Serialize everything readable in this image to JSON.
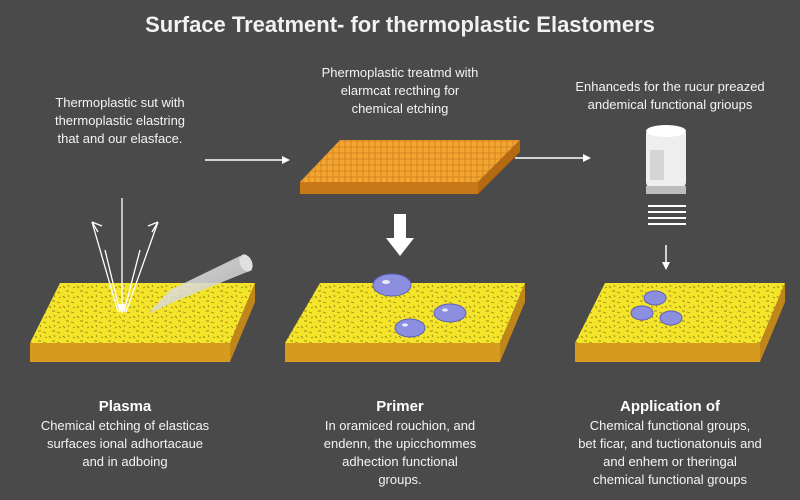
{
  "title": "Surface Treatment- for thermoplastic Elastomers",
  "top_captions": {
    "left": "Thermoplastic sut with\nthermoplastic elastring\nthat and our elasface.",
    "center": "Phermoplastic treatmd with\nelarmcat recthing for\nchemical etching",
    "right": "Enhanceds for the rucur preazed\nandemical functional grioups"
  },
  "steps": [
    {
      "name": "Plasma",
      "description": "Chemical etching of elasticas\nsurfaces ional adhortacaue\nand in adboing"
    },
    {
      "name": "Primer",
      "description": "In oramiced rouchion, and\nendenn, the upicchommes\nadhection functional\ngroups."
    },
    {
      "name": "Application of",
      "description": "Chemical functional groups,\nbet ficar, and tuctionatonuis and\nand enhem or theringal\nchemical functional groups"
    }
  ],
  "colors": {
    "background": "#4a4a4a",
    "slab_top": "#f5e52a",
    "slab_side": "#d69a1e",
    "orange_slab_top": "#f2a531",
    "orange_slab_side": "#c97818",
    "droplet": "#8c8fe0",
    "arrow": "#ffffff"
  },
  "icons": [
    "plasma-ray-icon",
    "nozzle-icon",
    "primer-droplet-icon",
    "container-icon",
    "down-arrow-icon",
    "right-arrow-icon"
  ]
}
